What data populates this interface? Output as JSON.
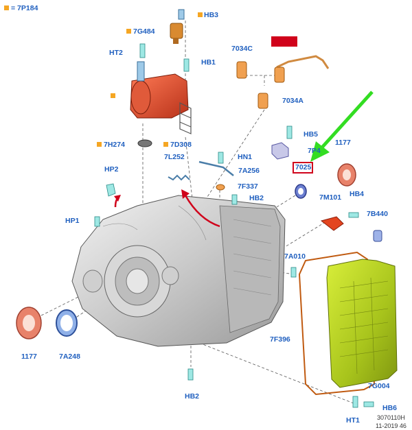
{
  "legend": {
    "marker_color": "#f5a623",
    "text": "= 7P184"
  },
  "labels": {
    "hb3": "HB3",
    "g484": "7G484",
    "ht2": "HT2",
    "hb1": "HB1",
    "h274": "7H274",
    "d308": "7D308",
    "c034": "7034C",
    "a034": "7034A",
    "hb5": "HB5",
    "p4": "7P4",
    "n1177": "1177",
    "hn1": "HN1",
    "a256": "7A256",
    "l252": "7L252",
    "hp2": "HP2",
    "t7025": "7025",
    "f337": "7F337",
    "hb2": "HB2",
    "m101": "7M101",
    "hb4": "HB4",
    "b440": "7B440",
    "hp1": "HP1",
    "a010": "7A010",
    "f396": "7F396",
    "b1177": "1177",
    "a248": "7A248",
    "hb2b": "HB2",
    "g004": "7G004",
    "hb6": "HB6",
    "ht1": "HT1"
  },
  "ref": {
    "code": "3070110H",
    "date": "11-2019 46"
  },
  "colors": {
    "label": "#1f5fbf",
    "highlight": "#d0021b",
    "arrow": "#33dd22",
    "pan": "#b5d422",
    "seal": "#e8826a",
    "cap": "#f0a050"
  },
  "icons": {
    "pointer": "green-arrow-icon",
    "rotation": "red-curved-arrow-icon"
  }
}
